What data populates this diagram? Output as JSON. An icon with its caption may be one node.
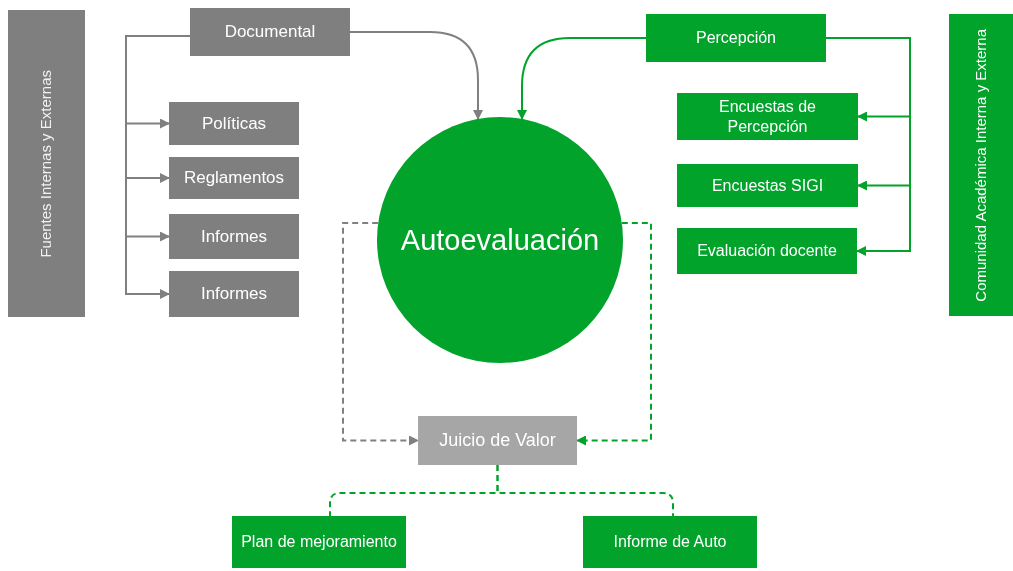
{
  "diagram": {
    "nodes": [
      {
        "text": [
          "Fuentes Internas y Externas"
        ]
      },
      {
        "text": [
          "Documental"
        ]
      },
      {
        "text": [
          "Políticas"
        ]
      },
      {
        "text": [
          "Reglamentos"
        ]
      },
      {
        "text": [
          "Informes"
        ]
      },
      {
        "text": [
          "Informes"
        ]
      },
      {
        "text": [
          "Autoevaluación"
        ]
      },
      {
        "text": [
          "Percepción"
        ]
      },
      {
        "text": [
          "Encuestas de Percepción"
        ]
      },
      {
        "text": [
          "Encuestas SIGI"
        ]
      },
      {
        "text": [
          "Evaluación docente"
        ]
      },
      {
        "text": [
          "Comunidad Académica Interna y Externa"
        ]
      },
      {
        "text": [
          "Juicio de Valor"
        ]
      },
      {
        "text": [
          "Plan de mejoramiento"
        ]
      },
      {
        "text": [
          "Informe de Auto"
        ]
      }
    ],
    "edges": [
      {
        "from": 1,
        "to": 2,
        "arrow": "to",
        "color": "#808080"
      },
      {
        "from": 1,
        "to": 3,
        "arrow": "to",
        "color": "#808080"
      },
      {
        "from": 1,
        "to": 4,
        "arrow": "to",
        "color": "#808080"
      },
      {
        "from": 1,
        "to": 5,
        "arrow": "to",
        "color": "#808080"
      },
      {
        "from": 1,
        "to": 6,
        "arrow": "to",
        "color": "#808080"
      },
      {
        "from": 7,
        "to": 6,
        "arrow": "to"
      },
      {
        "from": 7,
        "to": 8,
        "arrow": "to"
      },
      {
        "from": 7,
        "to": 9,
        "arrow": "to"
      },
      {
        "from": 7,
        "to": 10,
        "arrow": "to"
      },
      {
        "from": 6,
        "to": 12,
        "arrow": "to",
        "style": "dashed",
        "color": "#808080"
      },
      {
        "from": 6,
        "to": 12,
        "arrow": "to",
        "style": "dashed"
      },
      {
        "from": 12,
        "to": 13,
        "arrow": "none",
        "style": "dashed"
      },
      {
        "from": 12,
        "to": 14,
        "arrow": "none",
        "style": "dashed"
      }
    ]
  }
}
